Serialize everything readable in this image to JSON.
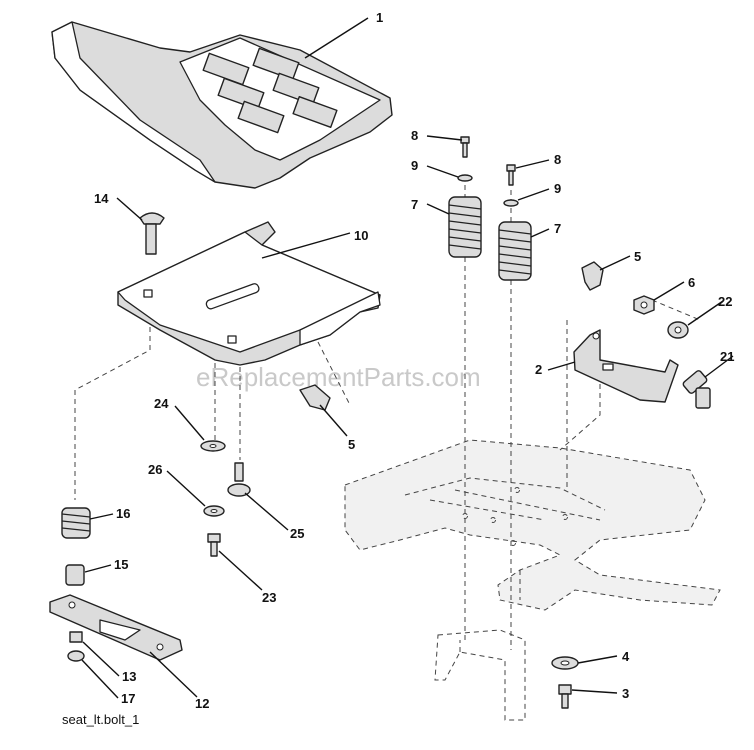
{
  "watermark": "eReplacementParts.com",
  "caption": "seat_lt.bolt_1",
  "callouts": {
    "c1": "1",
    "c2": "2",
    "c3": "3",
    "c4": "4",
    "c5a": "5",
    "c5b": "5",
    "c6": "6",
    "c7a": "7",
    "c7b": "7",
    "c8a": "8",
    "c8b": "8",
    "c9a": "9",
    "c9b": "9",
    "c10": "10",
    "c12": "12",
    "c13": "13",
    "c14": "14",
    "c15": "15",
    "c16": "16",
    "c17": "17",
    "c21": "21",
    "c22": "22",
    "c23": "23",
    "c24": "24",
    "c25": "25",
    "c26": "26"
  }
}
